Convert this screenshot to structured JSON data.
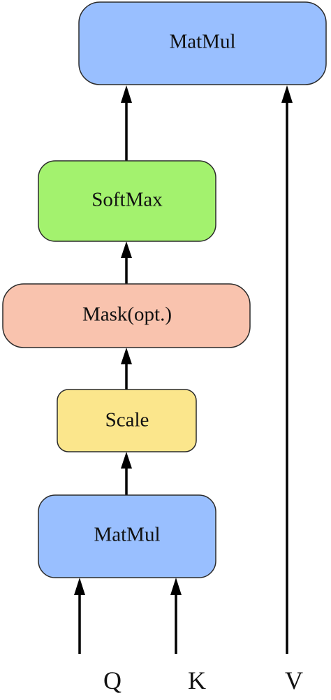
{
  "blocks": {
    "matmul_top": {
      "label": "MatMul",
      "color": "#99bfff"
    },
    "softmax": {
      "label": "SoftMax",
      "color": "#a3f26e"
    },
    "mask": {
      "label": "Mask(opt.)",
      "color": "#f9c3ae"
    },
    "scale": {
      "label": "Scale",
      "color": "#fbe68c"
    },
    "matmul_bottom": {
      "label": "MatMul",
      "color": "#99bfff"
    }
  },
  "inputs": {
    "q": "Q",
    "k": "K",
    "v": "V"
  }
}
